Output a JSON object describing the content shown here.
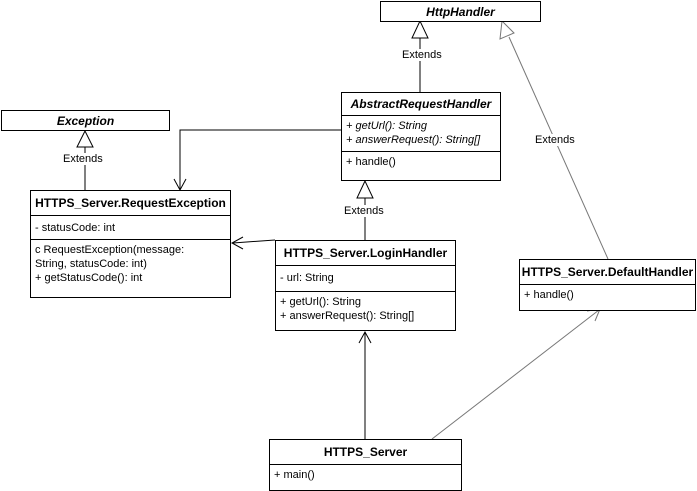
{
  "classes": {
    "http_handler": {
      "name": "HttpHandler"
    },
    "exception": {
      "name": "Exception"
    },
    "abstract_request_handler": {
      "name": "AbstractRequestHandler",
      "methods": [
        "+ getUrl(): String",
        "+ answerRequest(): String[]"
      ],
      "operations": [
        "+ handle()"
      ]
    },
    "request_exception": {
      "name": "HTTPS_Server.RequestException",
      "fields": [
        "- statusCode: int"
      ],
      "methods": [
        "c RequestException(message:",
        "String, statusCode: int)",
        "+ getStatusCode(): int"
      ]
    },
    "login_handler": {
      "name": "HTTPS_Server.LoginHandler",
      "fields": [
        "- url: String"
      ],
      "methods": [
        "+ getUrl(): String",
        "+ answerRequest(): String[]"
      ]
    },
    "default_handler": {
      "name": "HTTPS_Server.DefaultHandler",
      "methods": [
        "+ handle()"
      ]
    },
    "https_server": {
      "name": "HTTPS_Server",
      "methods": [
        "+ main()"
      ]
    }
  },
  "edges": {
    "extends_label": "Extends"
  }
}
